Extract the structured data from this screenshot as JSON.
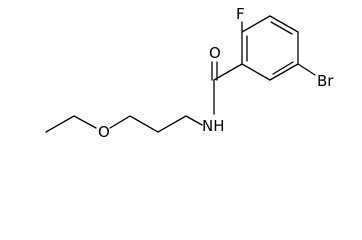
{
  "atoms": {
    "fluorine": "F",
    "oxygen_carbonyl": "O",
    "nitrogen_amide": "NH",
    "bromine": "Br",
    "oxygen_ether": "O"
  },
  "colors": {
    "bond": "#000000",
    "label": "#000000",
    "background": "#ffffff"
  }
}
